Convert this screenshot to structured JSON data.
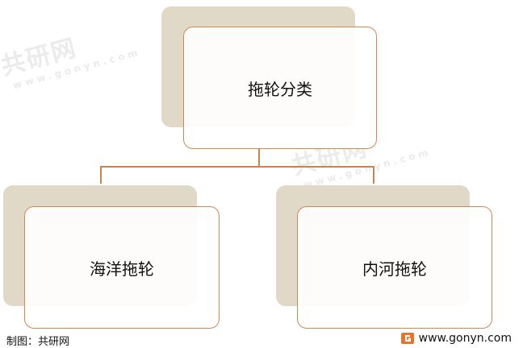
{
  "diagram": {
    "root": {
      "label": "拖轮分类"
    },
    "children": [
      {
        "label": "海洋拖轮"
      },
      {
        "label": "内河拖轮"
      }
    ]
  },
  "colors": {
    "border": "#d4874e",
    "shadow": "#e1d9c8",
    "connector": "#c9834c"
  },
  "footer": {
    "source": "制图：共研网",
    "website": "www.gonyn.com"
  },
  "watermark": {
    "brand": "共研网",
    "url": "www.gonyn.com"
  }
}
